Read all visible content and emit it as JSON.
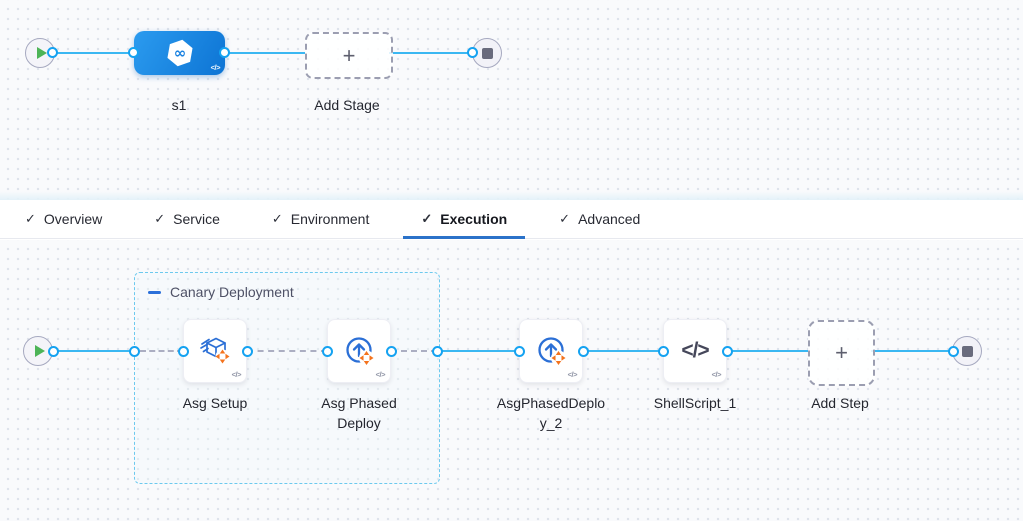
{
  "stage_canvas": {
    "stage_label": "s1",
    "add_stage_label": "Add Stage"
  },
  "tab_bar": {
    "tabs": [
      {
        "label": "Overview",
        "checked": true,
        "active": false
      },
      {
        "label": "Service",
        "checked": true,
        "active": false
      },
      {
        "label": "Environment",
        "checked": true,
        "active": false
      },
      {
        "label": "Execution",
        "checked": true,
        "active": true
      },
      {
        "label": "Advanced",
        "checked": true,
        "active": false
      }
    ]
  },
  "execution_canvas": {
    "group_label": "Canary Deployment",
    "steps": {
      "asg_setup": "Asg Setup",
      "asg_phased_deploy": "Asg Phased Deploy",
      "asg_phased_deploy_2": "AsgPhasedDeploy_2",
      "shell_script": "ShellScript_1"
    },
    "add_step_label": "Add Step"
  },
  "glyphs": {
    "plus": "+",
    "check": "✓",
    "code": "</>",
    "infinity": "∞"
  },
  "colors": {
    "connector_blue": "#3ab7f2",
    "ring_blue": "#14a2f1",
    "group_border_blue": "#6cc9ee",
    "tab_underline_blue": "#2b72c9",
    "stage_node_blue": "#1185e2",
    "icon_blue": "#2b6fd6",
    "icon_orange": "#f4731d",
    "play_green": "#4db457",
    "stop_grey": "#696b7d"
  }
}
